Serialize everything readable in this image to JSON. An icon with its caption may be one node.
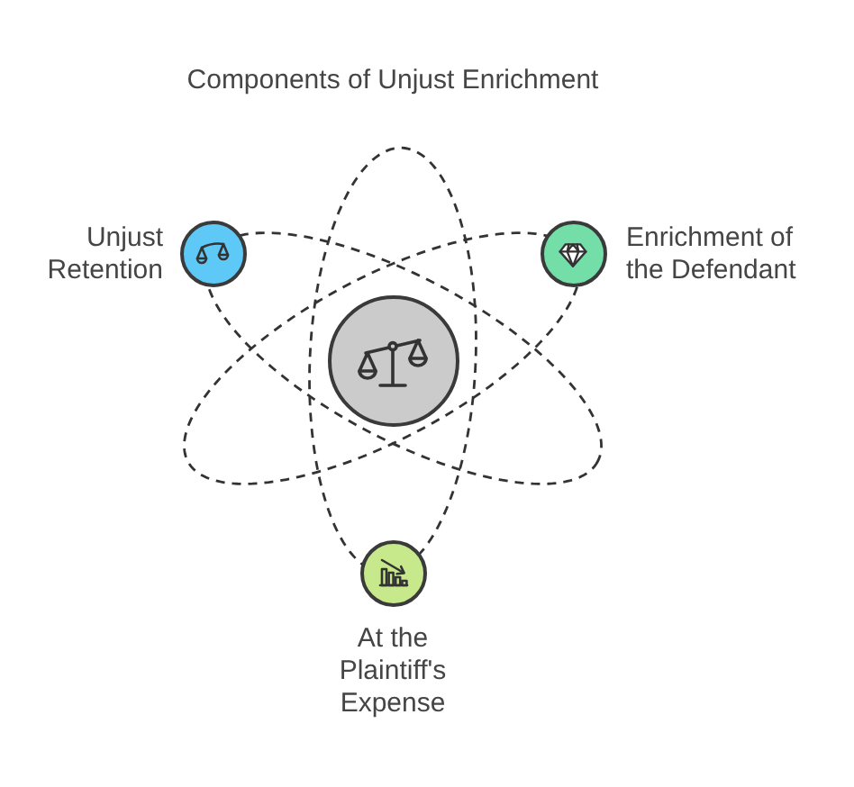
{
  "diagram": {
    "title": "Components of Unjust Enrichment",
    "nodes": [
      {
        "text": [
          "Unjust Retention"
        ]
      },
      {
        "text": [
          "Enrichment of the Defendant"
        ]
      },
      {
        "text": [],
        "shape": "circle"
      },
      {
        "text": [
          "At the Plaintiff's Expense"
        ]
      }
    ]
  }
}
